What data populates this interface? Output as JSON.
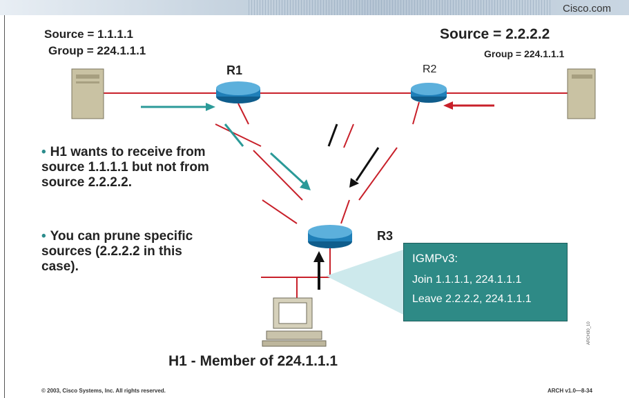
{
  "header": {
    "brand": "Cisco.com"
  },
  "sources": {
    "left": {
      "source": "Source = 1.1.1.1",
      "group": "Group = 224.1.1.1"
    },
    "right": {
      "source": "Source  = 2.2.2.2",
      "group": "Group = 224.1.1.1"
    }
  },
  "routers": {
    "r1": "R1",
    "r2": "R2",
    "r3": "R3"
  },
  "bullets": [
    {
      "text": "H1 wants to receive from source 1.1.1.1 but not from source 2.2.2.2."
    },
    {
      "text": "You can prune specific sources (2.2.2.2 in this case)."
    }
  ],
  "igmp": {
    "title": "IGMPv3:",
    "join": "Join    1.1.1.1, 224.1.1.1",
    "leave": "Leave 2.2.2.2, 224.1.1.1"
  },
  "host": {
    "label": "H1 - Member of 224.1.1.1"
  },
  "side_code": "ARCH30_10",
  "footer": {
    "copyright": "© 2003, Cisco Systems, Inc. All rights reserved.",
    "course": "ARCH v1.0—8-34"
  },
  "colors": {
    "link": "#c8202a",
    "teal": "#2b9a98",
    "router": "#1f7fb8",
    "box": "#2e8a86"
  }
}
